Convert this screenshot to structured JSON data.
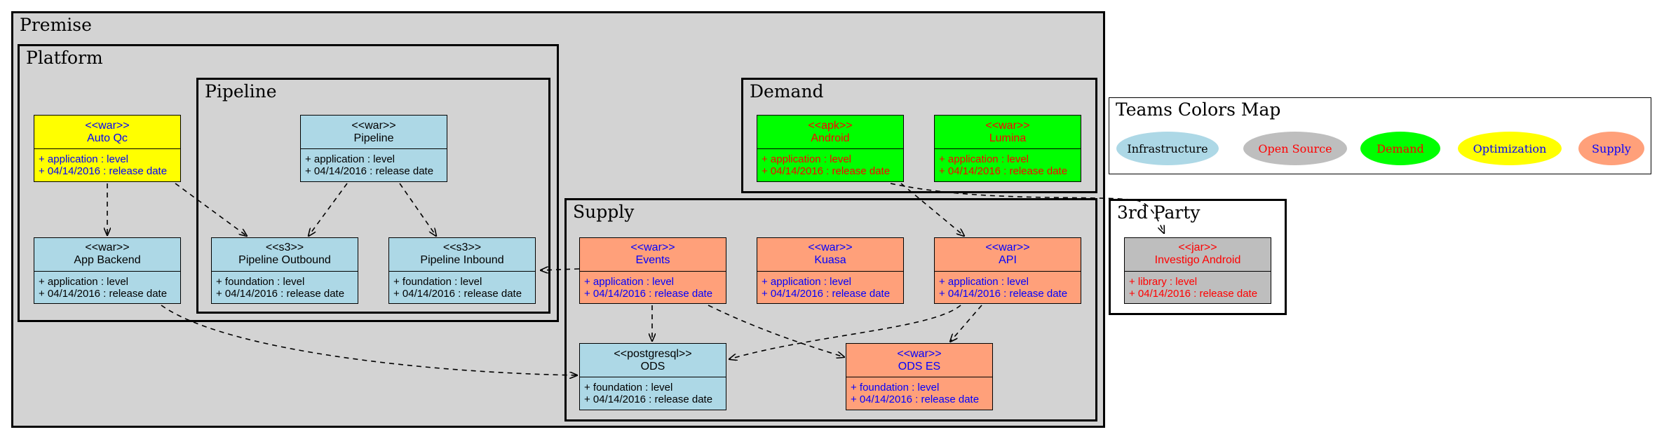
{
  "clusters": {
    "premise": "Premise",
    "platform": "Platform",
    "pipeline": "Pipeline",
    "demand": "Demand",
    "supply": "Supply",
    "third_party": "3rd Party",
    "legend": "Teams Colors Map"
  },
  "legend": [
    {
      "label": "Infrastructure",
      "fill": "#add8e6",
      "text_color": "#000000"
    },
    {
      "label": "Open Source",
      "fill": "#bebebe",
      "text_color": "#ff0000"
    },
    {
      "label": "Demand",
      "fill": "#00ff00",
      "text_color": "#ff0000"
    },
    {
      "label": "Optimization",
      "fill": "#ffff00",
      "text_color": "#0000ff"
    },
    {
      "label": "Supply",
      "fill": "#ffa07a",
      "text_color": "#0000ff"
    }
  ],
  "nodes": {
    "auto_qc": {
      "stereotype": "<<war>>",
      "name": "Auto Qc",
      "attr1": "+ application : level",
      "attr2": "+ 04/14/2016 : release date",
      "fill": "#ffff00",
      "text_color": "#0000ff"
    },
    "app_backend": {
      "stereotype": "<<war>>",
      "name": "App Backend",
      "attr1": "+ application : level",
      "attr2": "+ 04/14/2016 : release date",
      "fill": "#add8e6",
      "text_color": "#000000"
    },
    "pipeline": {
      "stereotype": "<<war>>",
      "name": "Pipeline",
      "attr1": "+ application : level",
      "attr2": "+ 04/14/2016 : release date",
      "fill": "#add8e6",
      "text_color": "#000000"
    },
    "pipeline_outbound": {
      "stereotype": "<<s3>>",
      "name": "Pipeline Outbound",
      "attr1": "+ foundation : level",
      "attr2": "+ 04/14/2016 : release date",
      "fill": "#add8e6",
      "text_color": "#000000"
    },
    "pipeline_inbound": {
      "stereotype": "<<s3>>",
      "name": "Pipeline Inbound",
      "attr1": "+ foundation : level",
      "attr2": "+ 04/14/2016 : release date",
      "fill": "#add8e6",
      "text_color": "#000000"
    },
    "android": {
      "stereotype": "<<apk>>",
      "name": "Android",
      "attr1": "+ application : level",
      "attr2": "+ 04/14/2016 : release date",
      "fill": "#00ff00",
      "text_color": "#ff0000"
    },
    "lumina": {
      "stereotype": "<<war>>",
      "name": "Lumina",
      "attr1": "+ application : level",
      "attr2": "+ 04/14/2016 : release date",
      "fill": "#00ff00",
      "text_color": "#ff0000"
    },
    "events": {
      "stereotype": "<<war>>",
      "name": "Events",
      "attr1": "+ application : level",
      "attr2": "+ 04/14/2016 : release date",
      "fill": "#ffa07a",
      "text_color": "#0000ff"
    },
    "kuasa": {
      "stereotype": "<<war>>",
      "name": "Kuasa",
      "attr1": "+ application : level",
      "attr2": "+ 04/14/2016 : release date",
      "fill": "#ffa07a",
      "text_color": "#0000ff"
    },
    "api": {
      "stereotype": "<<war>>",
      "name": "API",
      "attr1": "+ application : level",
      "attr2": "+ 04/14/2016 : release date",
      "fill": "#ffa07a",
      "text_color": "#0000ff"
    },
    "ods": {
      "stereotype": "<<postgresql>>",
      "name": "ODS",
      "attr1": "+ foundation : level",
      "attr2": "+ 04/14/2016 : release date",
      "fill": "#add8e6",
      "text_color": "#000000"
    },
    "ods_es": {
      "stereotype": "<<war>>",
      "name": "ODS ES",
      "attr1": "+ foundation : level",
      "attr2": "+ 04/14/2016 : release date",
      "fill": "#ffa07a",
      "text_color": "#0000ff"
    },
    "investigo_android": {
      "stereotype": "<<jar>>",
      "name": "Investigo Android",
      "attr1": "+ library : level",
      "attr2": "+ 04/14/2016 : release date",
      "fill": "#bebebe",
      "text_color": "#ff0000"
    }
  }
}
